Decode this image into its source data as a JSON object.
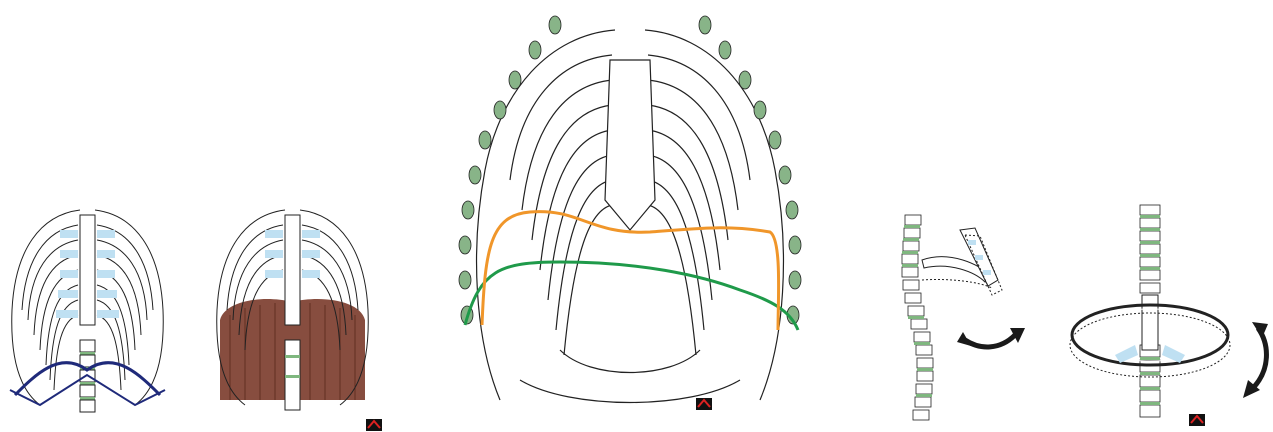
{
  "colors": {
    "bone_stroke": "#222222",
    "bone_fill": "#ffffff",
    "cartilage": "#bfe0f2",
    "vertebra_disc": "#7fb77f",
    "rib_head": "#88b488",
    "diaphragm_outline": "#1f2a7a",
    "diaphragm_muscle": "#7a3a2a",
    "inspiration_line": "#f0962a",
    "expiration_line": "#1f9a4a",
    "arrow": "#1a1a1a"
  },
  "panels": [
    {
      "id": "ribcage-diaphragm-outline"
    },
    {
      "id": "ribcage-diaphragm-muscle"
    },
    {
      "id": "ribcage-large-breathing-lines"
    },
    {
      "id": "pump-handle-motion"
    },
    {
      "id": "bucket-handle-motion"
    }
  ],
  "icons": [
    "logo-icon",
    "logo-icon",
    "logo-icon",
    "logo-icon"
  ]
}
